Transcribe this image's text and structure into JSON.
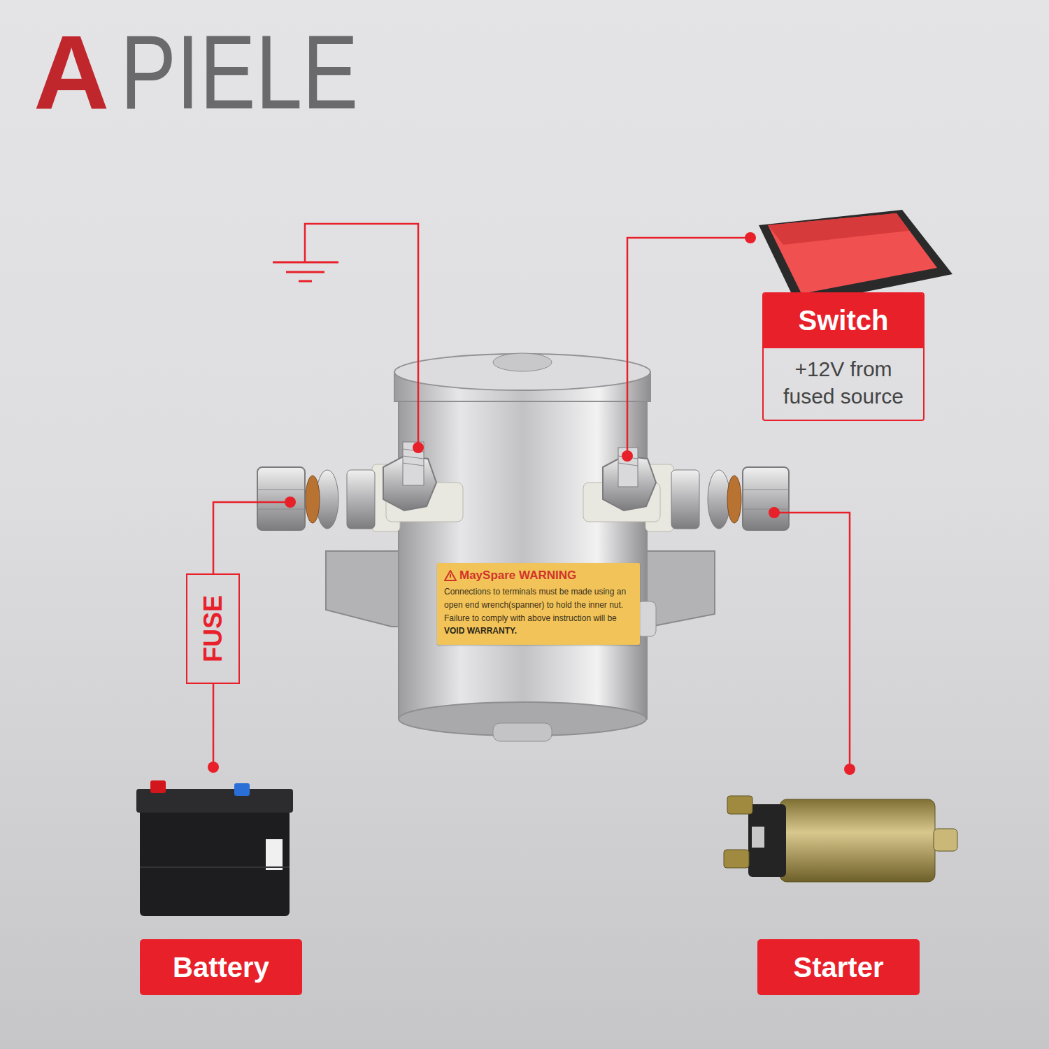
{
  "diagram": {
    "nodes": [
      {
        "text": [
          "Switch",
          "+12V from fused source"
        ]
      },
      {
        "text": [
          "FUSE"
        ]
      },
      {
        "text": [
          "MaySpare WARNING",
          "Connections to terminals must be made using an open end wrench(spanner) to hold the inner nut. Failure to comply with above instruction will be",
          "VOID WARRANTY."
        ]
      },
      {
        "text": [
          "Battery"
        ]
      },
      {
        "text": [
          "Starter"
        ]
      }
    ],
    "labels": [
      "A",
      "PIELE"
    ]
  }
}
